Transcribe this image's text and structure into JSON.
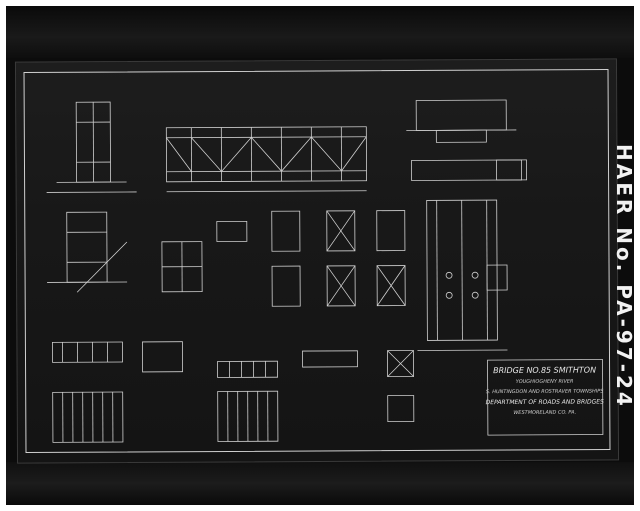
{
  "haer_label": "HAER No. PA-97-24",
  "title_block": {
    "line1": "BRIDGE NO.85 SMITHTON",
    "line2": "YOUGHIOGHENY RIVER",
    "line3": "S. HUNTINGDON AND ROSTRAVER TOWNSHIPS",
    "line4": "DEPARTMENT OF ROADS AND BRIDGES",
    "line5": "WESTMORELAND CO. PA."
  },
  "colors": {
    "drawing_line": "#d8d8d8",
    "sheet": "#171717",
    "background": "#0c0c0c"
  }
}
